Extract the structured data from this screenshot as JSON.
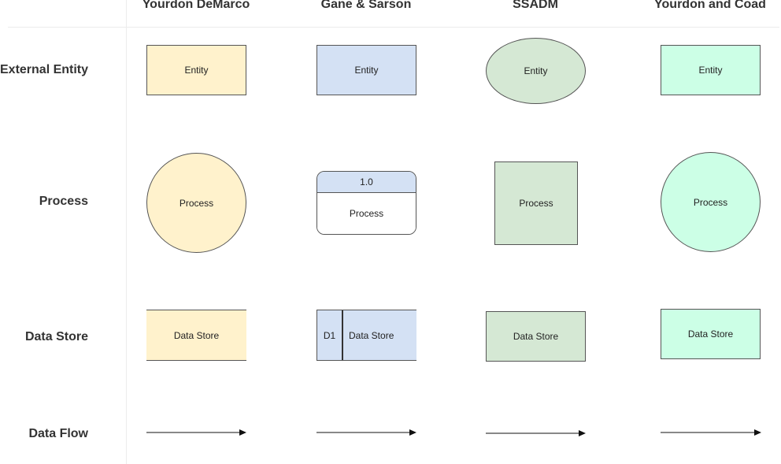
{
  "columns": [
    "Yourdon DeMarco",
    "Gane & Sarson",
    "SSADM",
    "Yourdon and Coad"
  ],
  "rows": [
    "External Entity",
    "Process",
    "Data Store",
    "Data Flow"
  ],
  "shapes": {
    "ydm_entity": "Entity",
    "gs_entity": "Entity",
    "ssadm_entity": "Entity",
    "yc_entity": "Entity",
    "ydm_process": "Process",
    "gs_process_id": "1.0",
    "gs_process": "Process",
    "ssadm_process": "Process",
    "yc_process": "Process",
    "ydm_store": "Data Store",
    "gs_store_id": "D1",
    "gs_store": "Data Store",
    "ssadm_store": "Data Store",
    "yc_store": "Data Store"
  },
  "colors": {
    "yourdon_demarco_fill": "#fff2cc",
    "gane_sarson_fill": "#d4e1f4",
    "ssadm_fill": "#d5e8d4",
    "yourdon_coad_fill": "#ccffe6",
    "stroke": "#555555"
  }
}
